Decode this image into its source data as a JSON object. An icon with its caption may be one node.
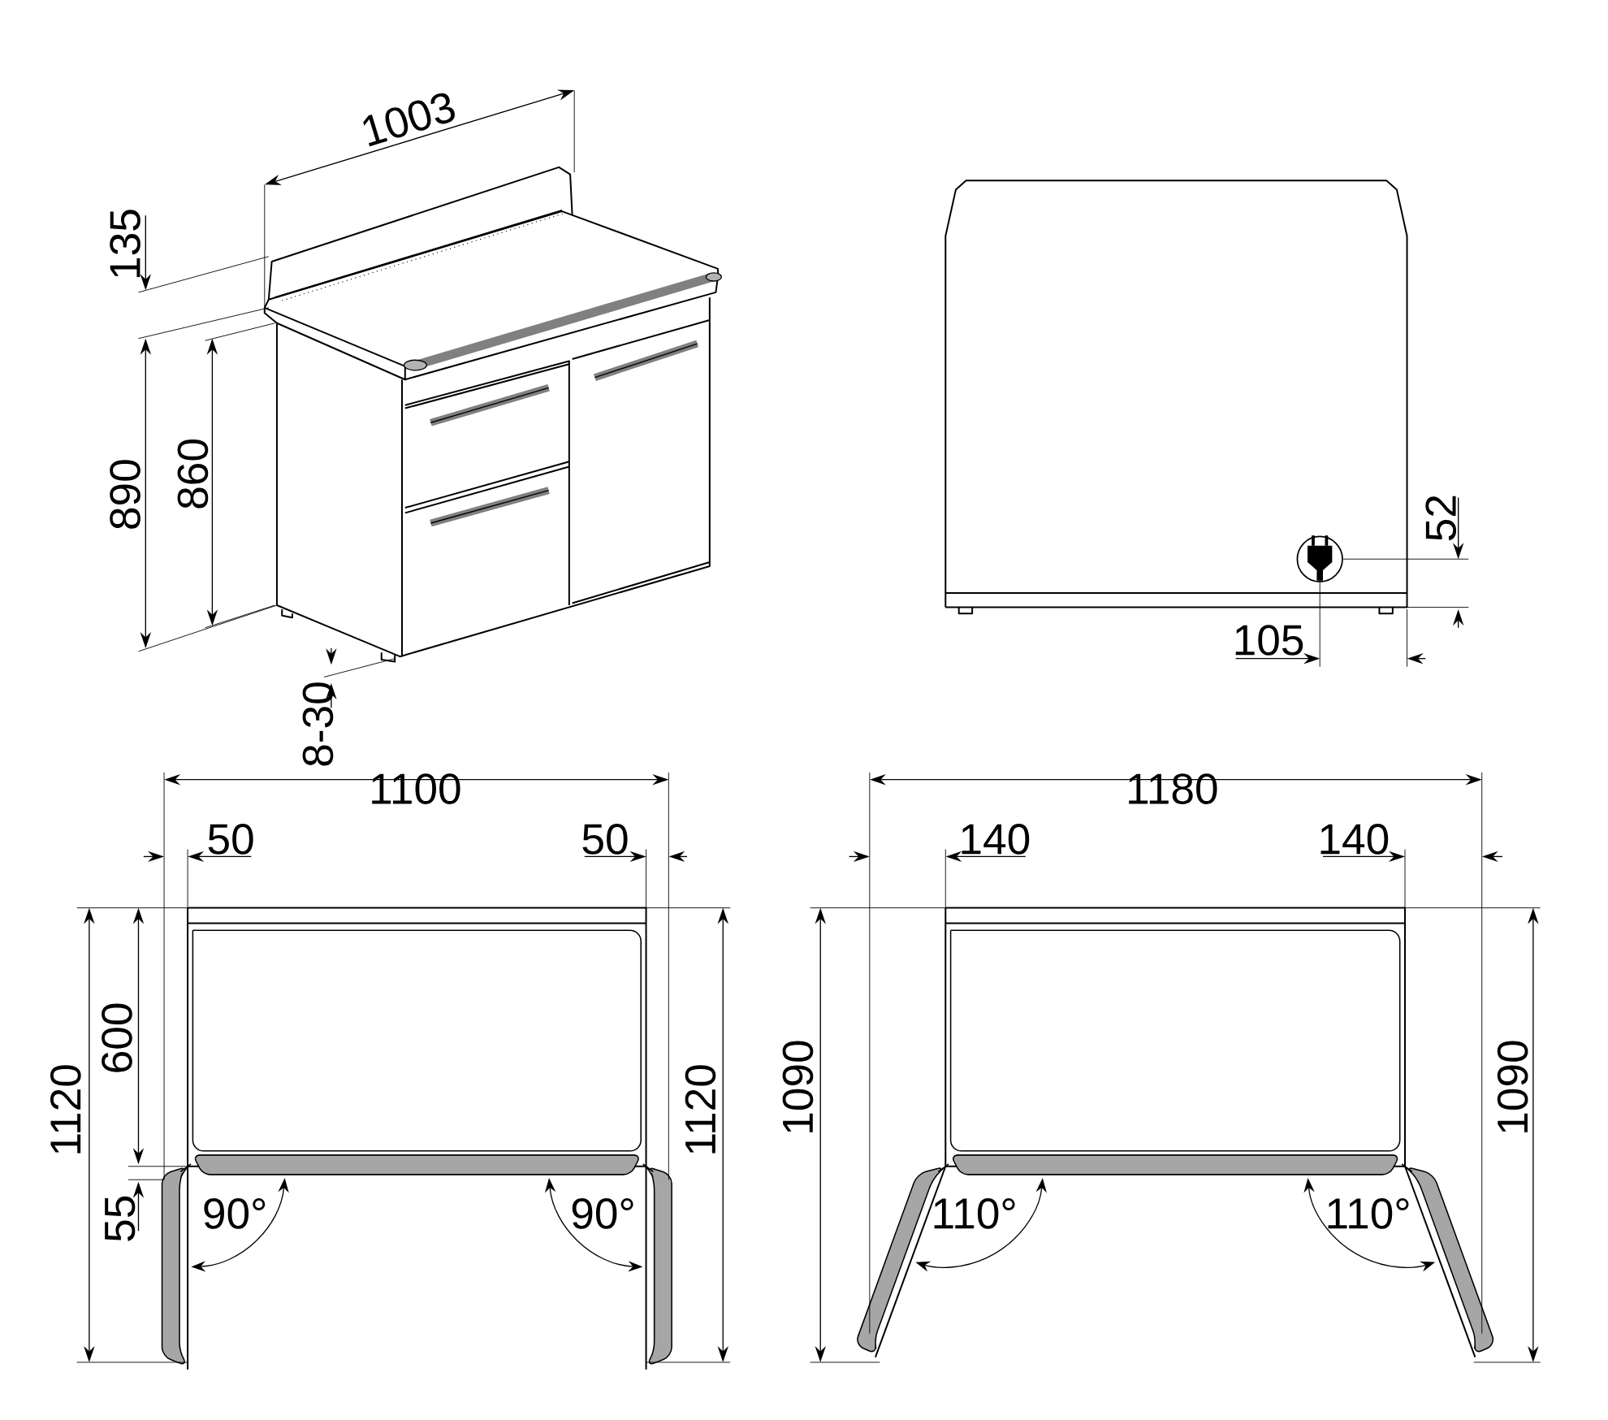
{
  "diagram": {
    "labels": [
      "1003",
      "135",
      "890",
      "860",
      "8-30",
      "52",
      "105",
      "1100",
      "50",
      "50",
      "1180",
      "140",
      "140",
      "1120",
      "600",
      "55",
      "90°",
      "90°",
      "1120",
      "1090",
      "110°",
      "110°",
      "1090"
    ]
  }
}
